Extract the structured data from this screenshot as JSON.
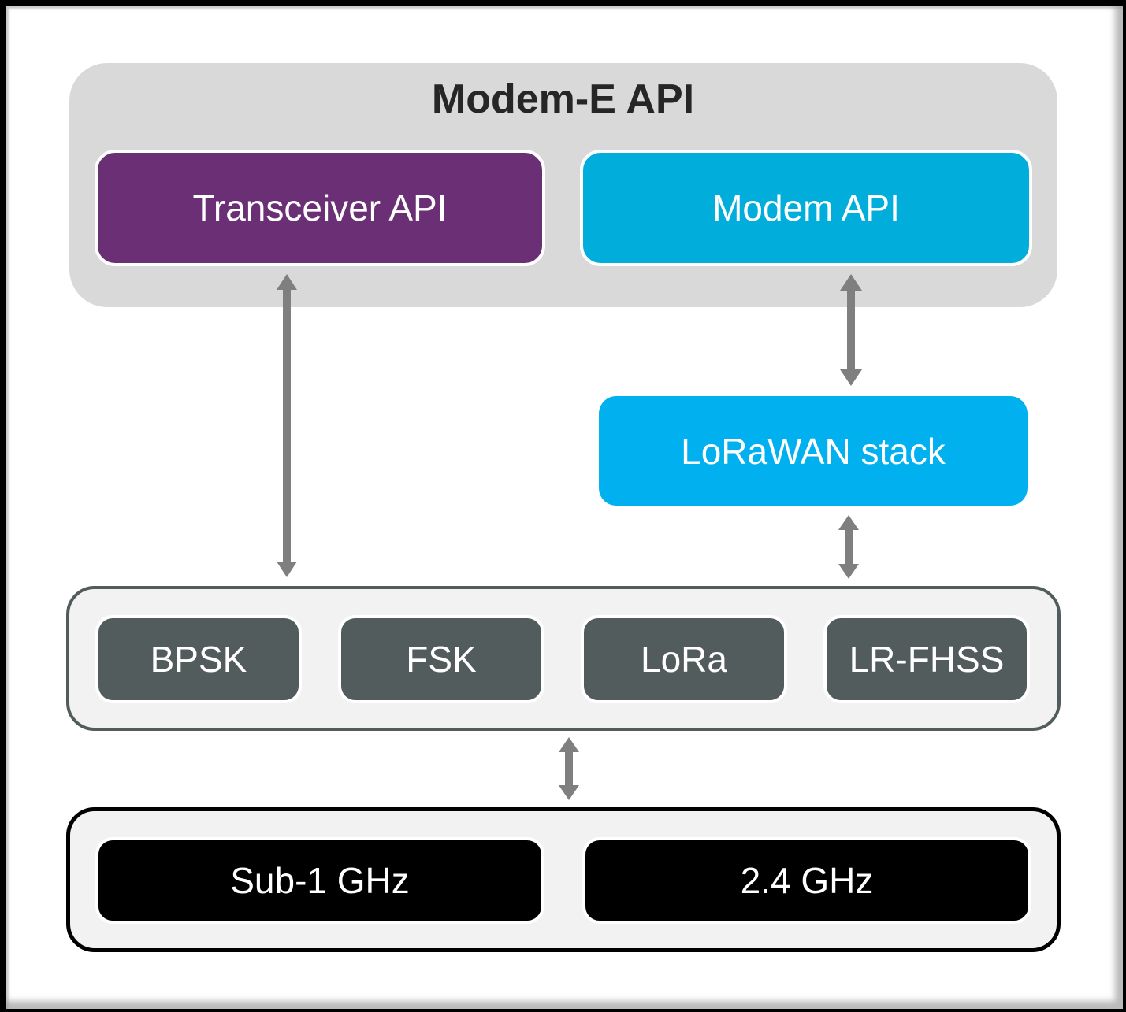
{
  "diagram": {
    "title": "Modem-E API",
    "api_blocks": [
      {
        "label": "Transceiver API",
        "color": "#6b2f76"
      },
      {
        "label": "Modem API",
        "color": "#01aedb"
      }
    ],
    "stack_block": {
      "label": "LoRaWAN stack",
      "color": "#00b0ef"
    },
    "modulations": [
      {
        "label": "BPSK"
      },
      {
        "label": "FSK"
      },
      {
        "label": "LoRa"
      },
      {
        "label": "LR-FHSS"
      }
    ],
    "modulation_color": "#535c5c",
    "frequency_bands": [
      {
        "label": "Sub-1 GHz"
      },
      {
        "label": "2.4 GHz"
      }
    ],
    "frequency_color": "#000000",
    "arrow_color": "#7f7f7f",
    "connections": [
      {
        "from": "Transceiver API",
        "to": "Modulations",
        "type": "bidirectional"
      },
      {
        "from": "Modem API",
        "to": "LoRaWAN stack",
        "type": "bidirectional"
      },
      {
        "from": "LoRaWAN stack",
        "to": "Modulations",
        "type": "bidirectional"
      },
      {
        "from": "Modulations",
        "to": "Frequency bands",
        "type": "bidirectional"
      }
    ]
  }
}
